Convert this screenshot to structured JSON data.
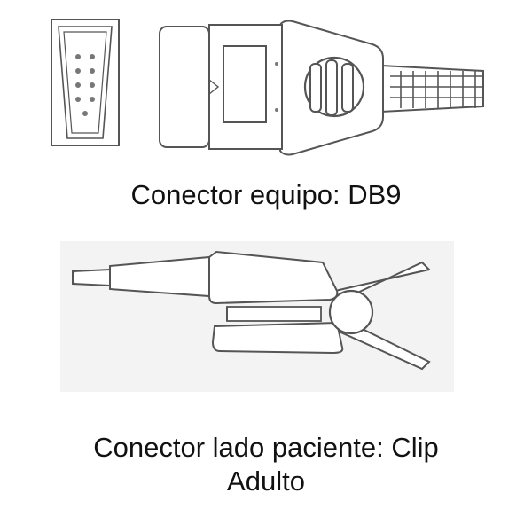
{
  "captions": {
    "equipment_connector": "Conector equipo: DB9",
    "patient_connector_line1": "Conector lado paciente: Clip",
    "patient_connector_line2": "Adulto"
  },
  "colors": {
    "line": "#555555",
    "fill": "#ffffff",
    "panel": "#f3f3f3",
    "text": "#111111"
  }
}
